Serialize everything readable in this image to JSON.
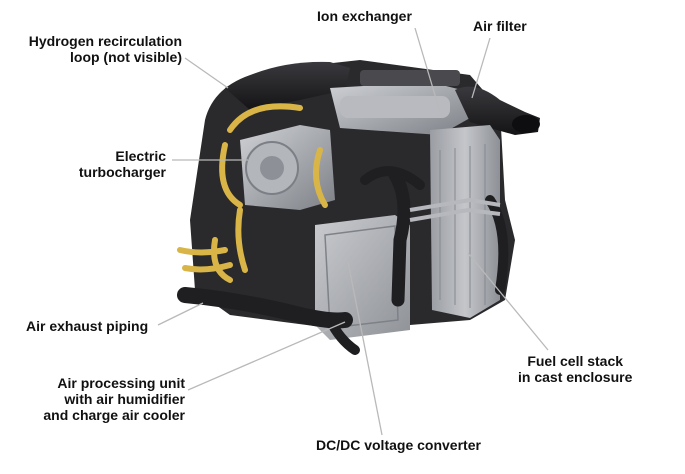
{
  "labels": {
    "hydrogen_loop": [
      "Hydrogen recirculation",
      "loop (not visible)"
    ],
    "ion_exchanger": [
      "Ion exchanger"
    ],
    "air_filter": [
      "Air filter"
    ],
    "turbocharger": [
      "Electric",
      "turbocharger"
    ],
    "exhaust": [
      "Air exhaust piping"
    ],
    "air_processing": [
      "Air processing unit",
      "with air humidifier",
      "and charge air cooler"
    ],
    "fuel_cell": [
      "Fuel cell stack",
      "in cast enclosure"
    ],
    "dcdc": [
      "DC/DC voltage converter"
    ]
  },
  "colors": {
    "leader": "#b9b9b9",
    "text": "#111111",
    "metal": "#a9abb0",
    "dark_hose": "#1f1f22",
    "yellow_hose": "#d9b548"
  }
}
